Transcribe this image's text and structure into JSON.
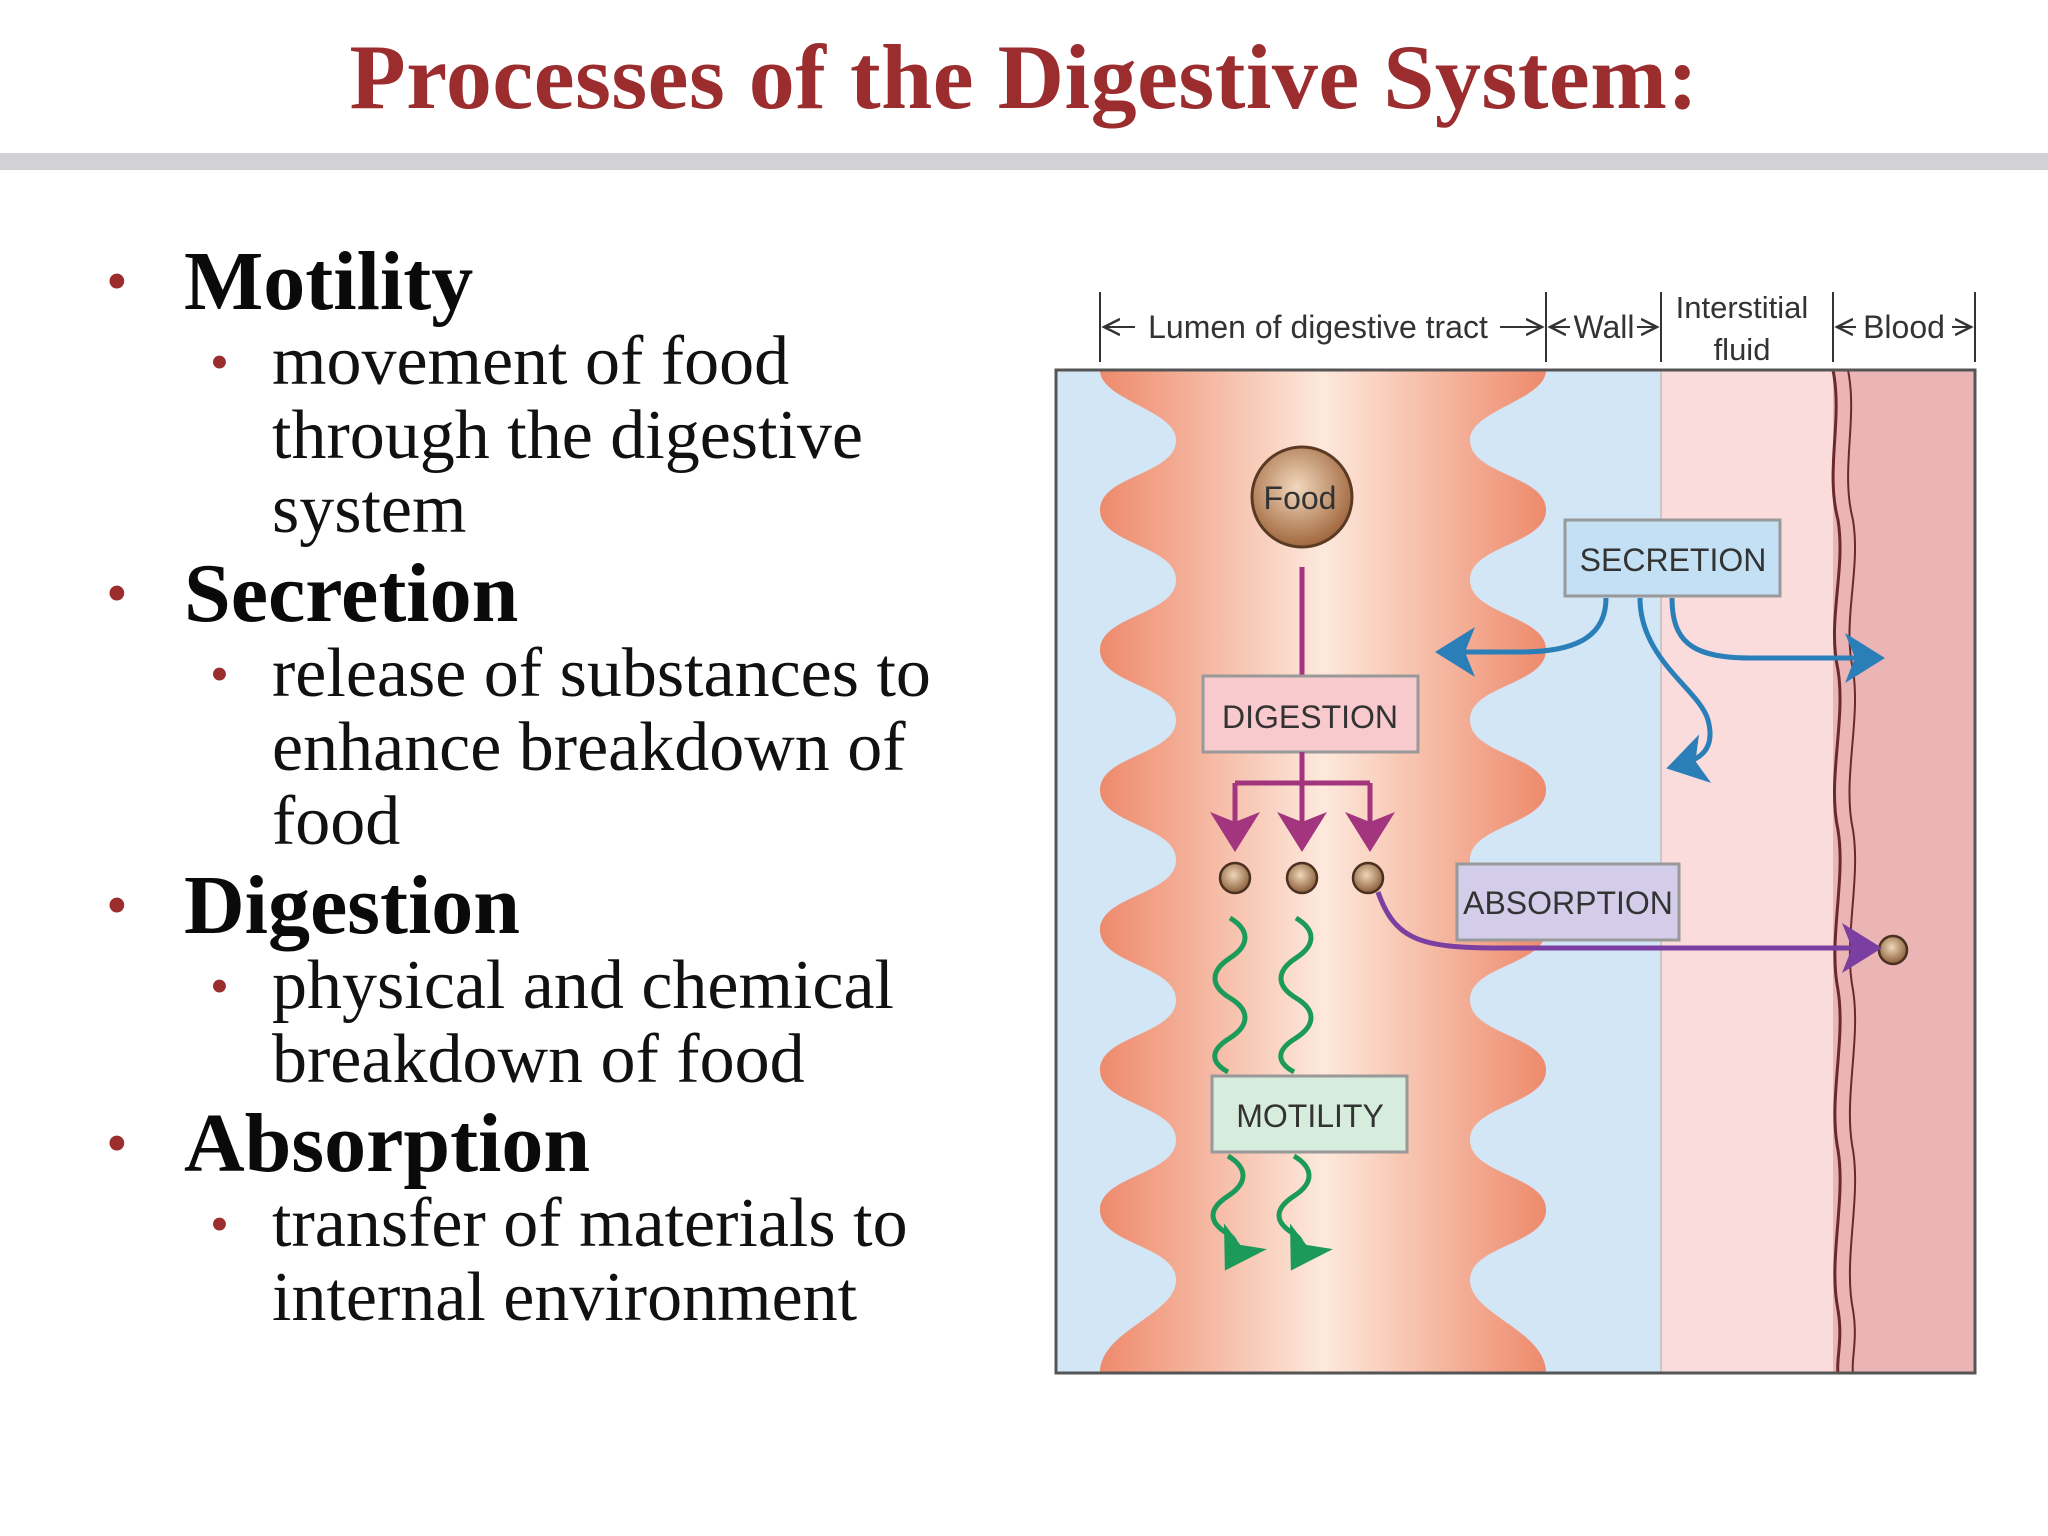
{
  "slide": {
    "title": "Processes of the Digestive System:"
  },
  "bullets": [
    {
      "term": "Motility",
      "desc": [
        "movement of food",
        "through the digestive",
        "system"
      ]
    },
    {
      "term": "Secretion",
      "desc": [
        "release of substances to",
        "enhance breakdown of",
        "food"
      ]
    },
    {
      "term": "Digestion",
      "desc": [
        "physical and chemical",
        "breakdown of food"
      ]
    },
    {
      "term": "Absorption",
      "desc": [
        "transfer of materials to",
        "internal environment"
      ]
    }
  ],
  "diagram": {
    "headers": {
      "lumen": "Lumen of digestive tract",
      "wall": "Wall",
      "interstitial_line1": "Interstitial",
      "interstitial_line2": "fluid",
      "blood": "Blood"
    },
    "labels": {
      "food": "Food",
      "secretion": "SECRETION",
      "digestion": "DIGESTION",
      "absorption": "ABSORPTION",
      "motility": "MOTILITY"
    },
    "colors": {
      "title": "#9b2d2f",
      "lumen_tissue": "#f08b6b",
      "wall": "#d2e6f6",
      "interstitial": "#fbdcdc",
      "blood": "#ebb5b5",
      "secretion_arrows": "#2a7fb8",
      "digestion_arrows": "#a3347e",
      "absorption_arrow": "#7a3fa0",
      "motility_arrows": "#1b9a5a"
    }
  }
}
